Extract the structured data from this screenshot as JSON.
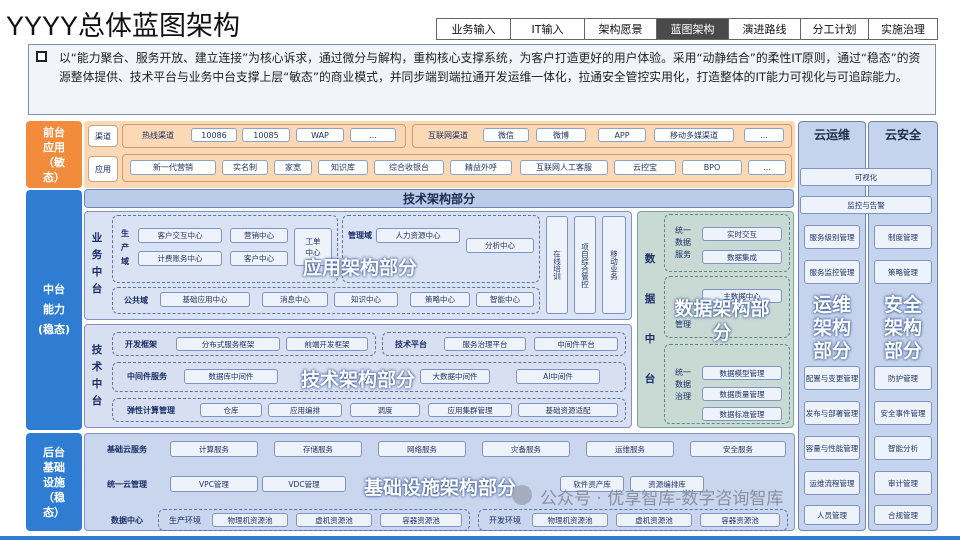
{
  "title": "YYYY总体蓝图架构",
  "steps": [
    "业务输入",
    "IT输入",
    "架构愿景",
    "蓝图架构",
    "演进路线",
    "分工计划",
    "实施治理"
  ],
  "active_step": "蓝图架构",
  "summary": "以“能力聚合、服务开放、建立连接”为核心诉求，通过微分与解构，重构核心支撑系统，为客户打造更好的用户体验。采用“动静结合”的柔性IT原则，通过“稳态”的资源整体提供、技术平台与业务中台支撑上层“敏态”的商业模式，并同步端到端拉通开发运维一体化，拉通安全管控实用化，打造整体的IT能力可视化与可追踪能力。",
  "front": {
    "label": "前台\n应用\n（敏\n态）",
    "channel_label": "渠道",
    "hotline_label": "热线渠道",
    "hotline_items": [
      "10086",
      "10085",
      "WAP",
      "..."
    ],
    "internet_label": "互联网渠道",
    "internet_items": [
      "微信",
      "微博",
      "APP",
      "移动多媒渠道",
      "..."
    ],
    "app_label": "应用",
    "app_items": [
      "新一代营销",
      "实名制",
      "家宽",
      "知识库",
      "综合收银台",
      "精益外呼",
      "互联网人工客服",
      "云控宝",
      "BPO",
      "..."
    ]
  },
  "middle": {
    "label": "中台\n能力\n(稳态)",
    "tech_arch_bar": "技术架构部分",
    "business": {
      "side_label": "业\n务\n中\n台",
      "production_label": "生\n产\n域",
      "production_items": [
        "客户交互中心",
        "营销中心",
        "计费账务中心",
        "客户中心"
      ],
      "workorder": "工单\n中心",
      "management_label": "管理域",
      "management_items": [
        "人力资源中心",
        "分析中心"
      ],
      "vertical_items": [
        "在线培训",
        "项目综合管控",
        "移动业务"
      ],
      "common_label": "公共域",
      "common_items": [
        "基础应用中心",
        "消息中心",
        "知识中心",
        "策略中心",
        "智能中心"
      ],
      "overlay": "应用架构部分"
    },
    "tech": {
      "side_label": "技\n术\n中\n台",
      "dev_label": "开发框架",
      "dev_items": [
        "分布式服务框架",
        "前端开发框架"
      ],
      "platform_label": "技术平台",
      "platform_items": [
        "服务治理平台",
        "中间件平台"
      ],
      "middleware_label": "中间件服务",
      "middleware_items": [
        "数据库中间件",
        "大数据中间件",
        "AI中间件"
      ],
      "elastic_label": "弹性计算管理",
      "elastic_items": [
        "仓库",
        "应用编排",
        "调度",
        "应用集群管理",
        "基础资源适配"
      ],
      "overlay": "技术架构部分"
    },
    "data": {
      "side_label": "数\n据\n中\n台",
      "unified_label": "统一\n数据\n服务",
      "unified_items": [
        "实时交互",
        "数据集成"
      ],
      "theme_items": [
        "主数据中心",
        "管理"
      ],
      "gov_label": "统一\n数据\n治理",
      "gov_items": [
        "数据模型管理",
        "数据质量管理",
        "数据标准管理"
      ],
      "overlay": "数据架构部\n分"
    }
  },
  "ops": {
    "header": "云运维",
    "items": [
      "服务级别管理",
      "服务监控管理",
      "配置与变更管理",
      "发布与部署管理",
      "容量与性能管理",
      "运维流程管理",
      "人员管理"
    ],
    "overlay": "运维\n架构\n部分",
    "visual": "可视化",
    "monitor": "监控与告警"
  },
  "security": {
    "header": "云安全",
    "items": [
      "制度管理",
      "策略管理",
      "防护管理",
      "安全事件管理",
      "智能分析",
      "审计管理",
      "合规管理"
    ],
    "overlay": "安全\n架构\n部分"
  },
  "back": {
    "label": "后台\n基础\n设施\n（稳\n态）",
    "cloud_label": "基础云服务",
    "cloud_items": [
      "计算服务",
      "存储服务",
      "网络服务",
      "灾备服务",
      "运维服务",
      "安全服务"
    ],
    "mgmt_label": "统一云管理",
    "mgmt_items": [
      "VPC管理",
      "VDC管理",
      "软件资产库",
      "资源编排库"
    ],
    "dc_label": "数据中心",
    "prod_env": "生产环境",
    "prod_items": [
      "物理机资源池",
      "虚机资源池",
      "容器资源池"
    ],
    "dev_env": "开发环境",
    "dev_items": [
      "物理机资源池",
      "虚机资源池",
      "容器资源池"
    ],
    "overlay": "基础设施架构部分"
  },
  "watermark": "公众号 · 优享智库-数字咨询智库"
}
